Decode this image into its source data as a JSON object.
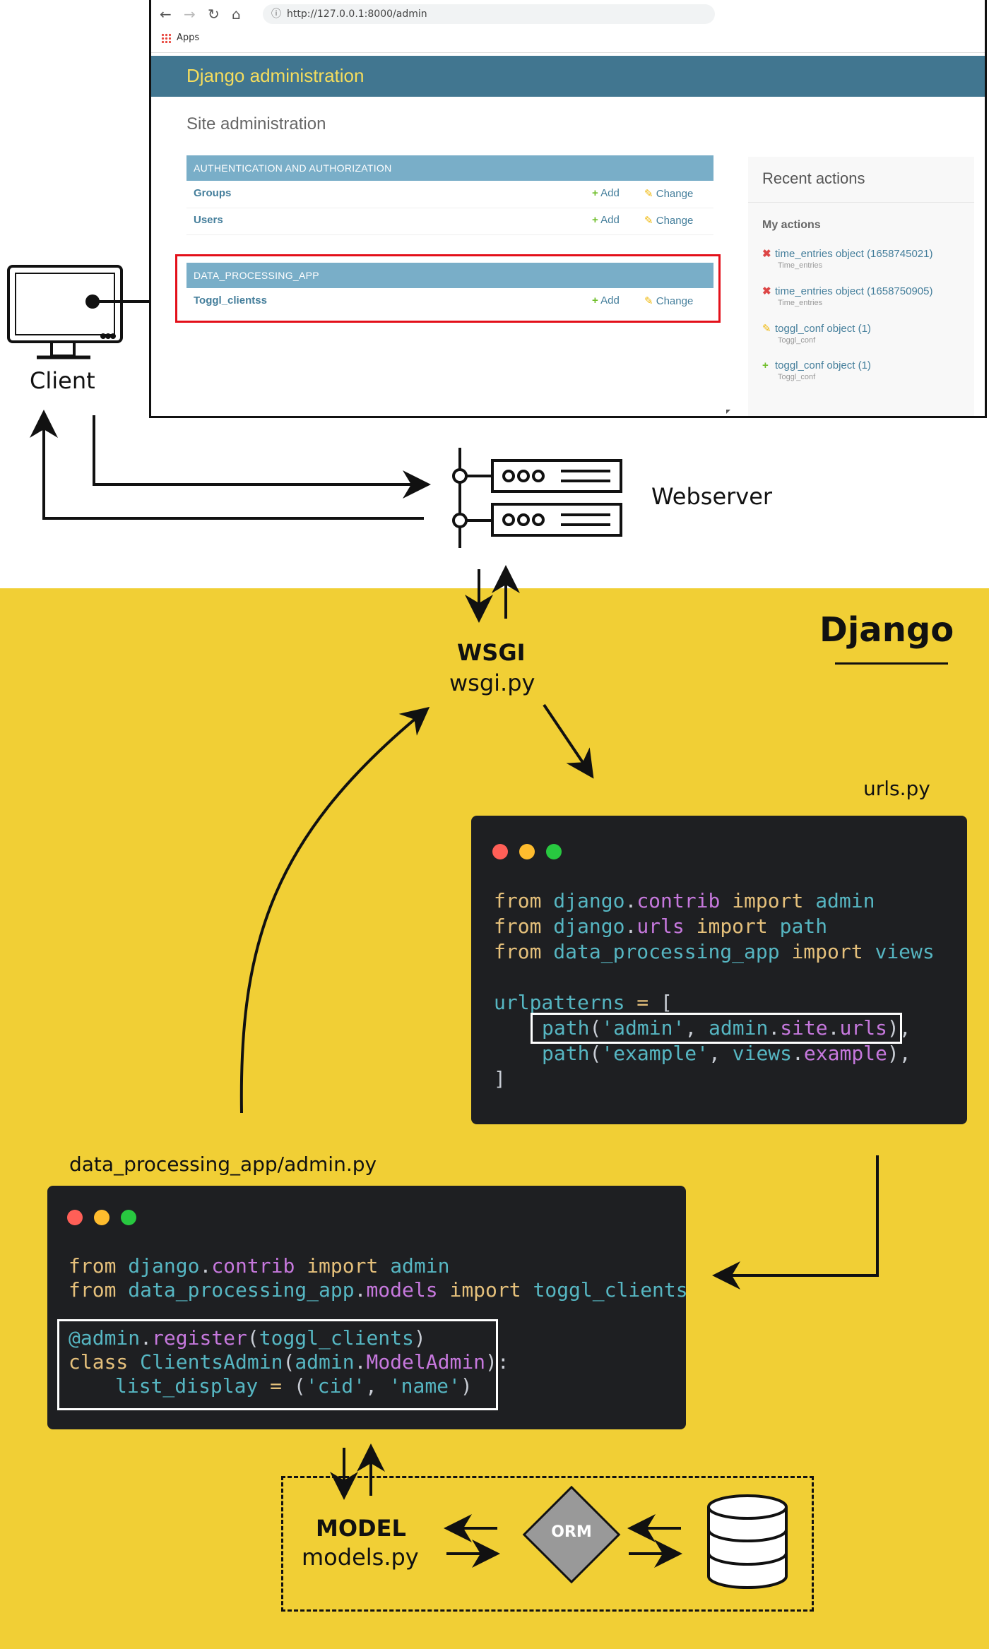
{
  "browser": {
    "url": "http://127.0.0.1:8000/admin",
    "bookmarks_label": "Apps",
    "header_title": "Django administration",
    "site_title": "Site administration",
    "modules": [
      {
        "name": "AUTHENTICATION AND AUTHORIZATION",
        "rows": [
          {
            "name": "Groups",
            "add": "Add",
            "change": "Change"
          },
          {
            "name": "Users",
            "add": "Add",
            "change": "Change"
          }
        ]
      },
      {
        "name": "DATA_PROCESSING_APP",
        "rows": [
          {
            "name": "Toggl_clientss",
            "add": "Add",
            "change": "Change"
          }
        ]
      }
    ],
    "recent": {
      "title": "Recent actions",
      "subtitle": "My actions",
      "items": [
        {
          "icon": "delete-icon",
          "text": "time_entries object (1658745021)",
          "sub": "Time_entries"
        },
        {
          "icon": "delete-icon",
          "text": "time_entries object (1658750905)",
          "sub": "Time_entries"
        },
        {
          "icon": "edit-icon",
          "text": "toggl_conf object (1)",
          "sub": "Toggl_conf"
        },
        {
          "icon": "add-icon",
          "text": "toggl_conf object (1)",
          "sub": "Toggl_conf"
        }
      ]
    }
  },
  "labels": {
    "client": "Client",
    "webserver": "Webserver",
    "django": "Django",
    "wsgi_title": "WSGI",
    "wsgi_file": "wsgi.py",
    "urls_file": "urls.py",
    "admin_file": "data_processing_app/admin.py",
    "model_title": "MODEL",
    "model_file": "models.py",
    "orm": "ORM"
  },
  "code_urls": {
    "l1": [
      "from",
      "django",
      ".",
      "contrib",
      "import",
      "admin"
    ],
    "l2": [
      "from",
      "django",
      ".",
      "urls",
      "import",
      "path"
    ],
    "l3": [
      "from",
      "data_processing_app",
      "import",
      "views"
    ],
    "l4": [
      "urlpatterns",
      "=",
      "["
    ],
    "l5": [
      "path",
      "(",
      "'admin'",
      ",",
      "admin",
      ".",
      "site",
      ".",
      "urls",
      ")",
      ","
    ],
    "l6": [
      "path",
      "(",
      "'example'",
      ",",
      "views",
      ".",
      "example",
      ")",
      ","
    ],
    "l7": "]"
  },
  "code_admin": {
    "l1": [
      "from",
      "django",
      ".",
      "contrib",
      "import",
      "admin"
    ],
    "l2": [
      "from",
      "data_processing_app",
      ".",
      "models",
      "import",
      "toggl_clients"
    ],
    "l3": [
      "@admin",
      ".",
      "register",
      "(",
      "toggl_clients",
      ")"
    ],
    "l4": [
      "class",
      "ClientsAdmin",
      "(",
      "admin",
      ".",
      "ModelAdmin",
      "):"
    ],
    "l5": [
      "list_display",
      "=",
      "(",
      "'cid'",
      ",",
      "'name'",
      ")"
    ]
  },
  "colors": {
    "django_yellow": "#f1cf35",
    "admin_header": "#417690",
    "module_header": "#79aec8",
    "highlight_red": "#e3101a",
    "code_bg": "#1e1f22"
  },
  "icons": [
    "monitor-icon",
    "server-icon",
    "database-icon",
    "apps-grid-icon",
    "back-icon",
    "forward-icon",
    "reload-icon",
    "home-icon"
  ]
}
